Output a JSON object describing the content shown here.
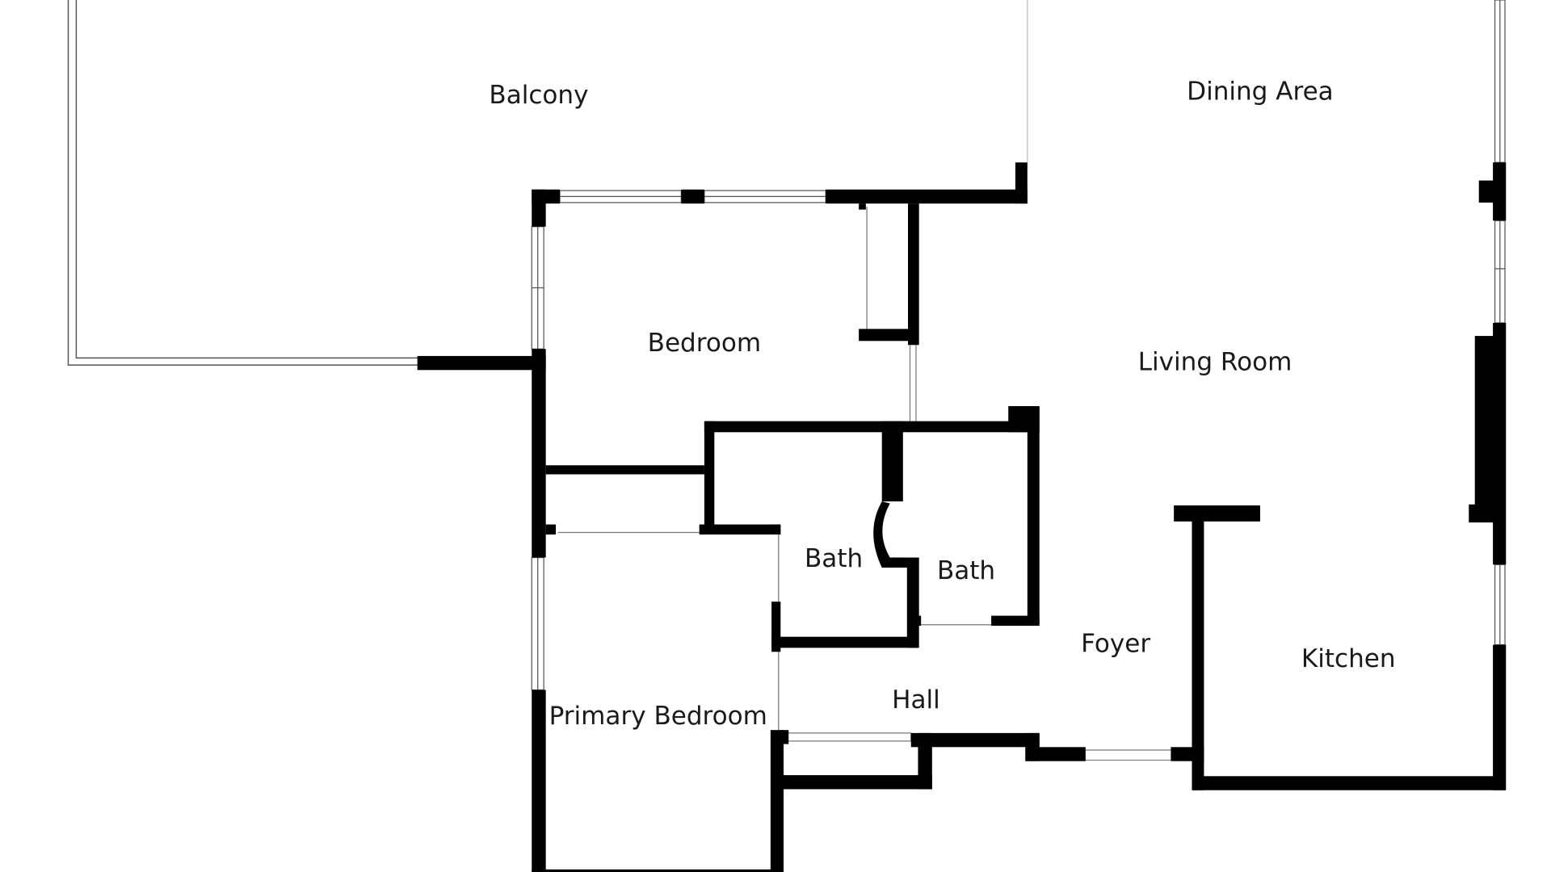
{
  "floor_plan": {
    "rooms": {
      "balcony": "Balcony",
      "dining_area": "Dining Area",
      "bedroom": "Bedroom",
      "living_room": "Living Room",
      "bath_1": "Bath",
      "bath_2": "Bath",
      "foyer": "Foyer",
      "kitchen": "Kitchen",
      "hall": "Hall",
      "primary_bedroom": "Primary Bedroom"
    },
    "colors": {
      "wall": "#000000",
      "window_frame": "#555555",
      "background": "#ffffff"
    }
  }
}
